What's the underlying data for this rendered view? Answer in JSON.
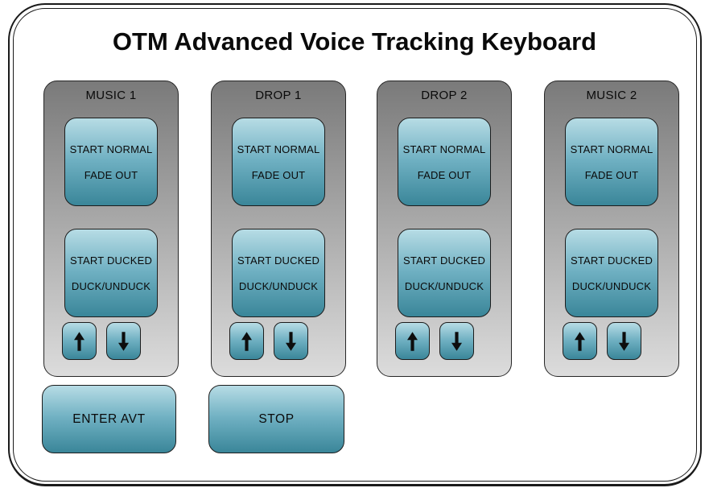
{
  "window": {
    "title": "OTM Advanced Voice Tracking Keyboard"
  },
  "colors": {
    "frame_border": "#1a1a1a",
    "panel_top": "#7a7a7a",
    "panel_bottom": "#dcdcdc",
    "panel_border": "#262626",
    "button_top": "#b7dce5",
    "button_mid": "#6fb0c2",
    "button_bottom": "#3a8699",
    "button_border": "#1c1c1c",
    "text": "#0a0a0a"
  },
  "columns": [
    {
      "label": "MUSIC 1",
      "buttons": [
        {
          "line1": "START NORMAL",
          "line2": "FADE OUT"
        },
        {
          "line1": "START DUCKED",
          "line2": "DUCK/UNDUCK"
        }
      ],
      "arrow_up_icon": "up-arrow",
      "arrow_down_icon": "down-arrow"
    },
    {
      "label": "DROP 1",
      "buttons": [
        {
          "line1": "START NORMAL",
          "line2": "FADE OUT"
        },
        {
          "line1": "START DUCKED",
          "line2": "DUCK/UNDUCK"
        }
      ],
      "arrow_up_icon": "up-arrow",
      "arrow_down_icon": "down-arrow"
    },
    {
      "label": "DROP 2",
      "buttons": [
        {
          "line1": "START NORMAL",
          "line2": "FADE OUT"
        },
        {
          "line1": "START DUCKED",
          "line2": "DUCK/UNDUCK"
        }
      ],
      "arrow_up_icon": "up-arrow",
      "arrow_down_icon": "down-arrow"
    },
    {
      "label": "MUSIC 2",
      "buttons": [
        {
          "line1": "START NORMAL",
          "line2": "FADE OUT"
        },
        {
          "line1": "START DUCKED",
          "line2": "DUCK/UNDUCK"
        }
      ],
      "arrow_up_icon": "up-arrow",
      "arrow_down_icon": "down-arrow"
    }
  ],
  "footer": {
    "enter_avt_label": "ENTER AVT",
    "stop_label": "STOP"
  }
}
